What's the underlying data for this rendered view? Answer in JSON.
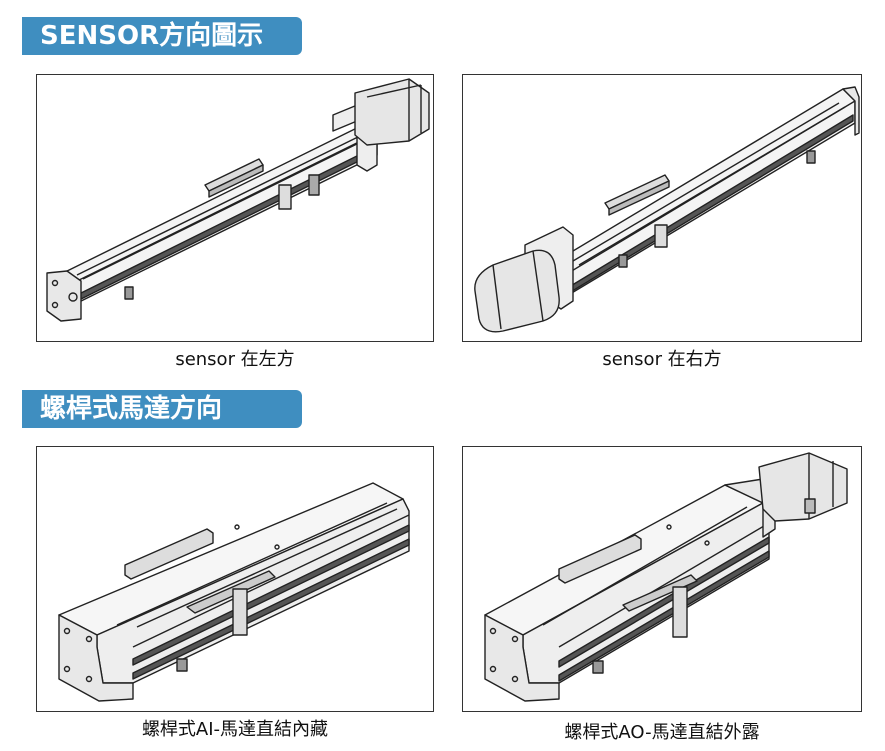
{
  "sections": {
    "sensor_title": "SENSOR方向圖示",
    "motor_title": "螺桿式馬達方向"
  },
  "captions": {
    "sensor_left": "sensor  在左方",
    "sensor_right": "sensor  在右方",
    "motor_ai": "螺桿式AI-馬達直結內藏",
    "motor_ao": "螺桿式AO-馬達直結外露"
  },
  "colors": {
    "header_bg": "#3f8ec0",
    "header_text": "#ffffff",
    "line": "#222222"
  }
}
